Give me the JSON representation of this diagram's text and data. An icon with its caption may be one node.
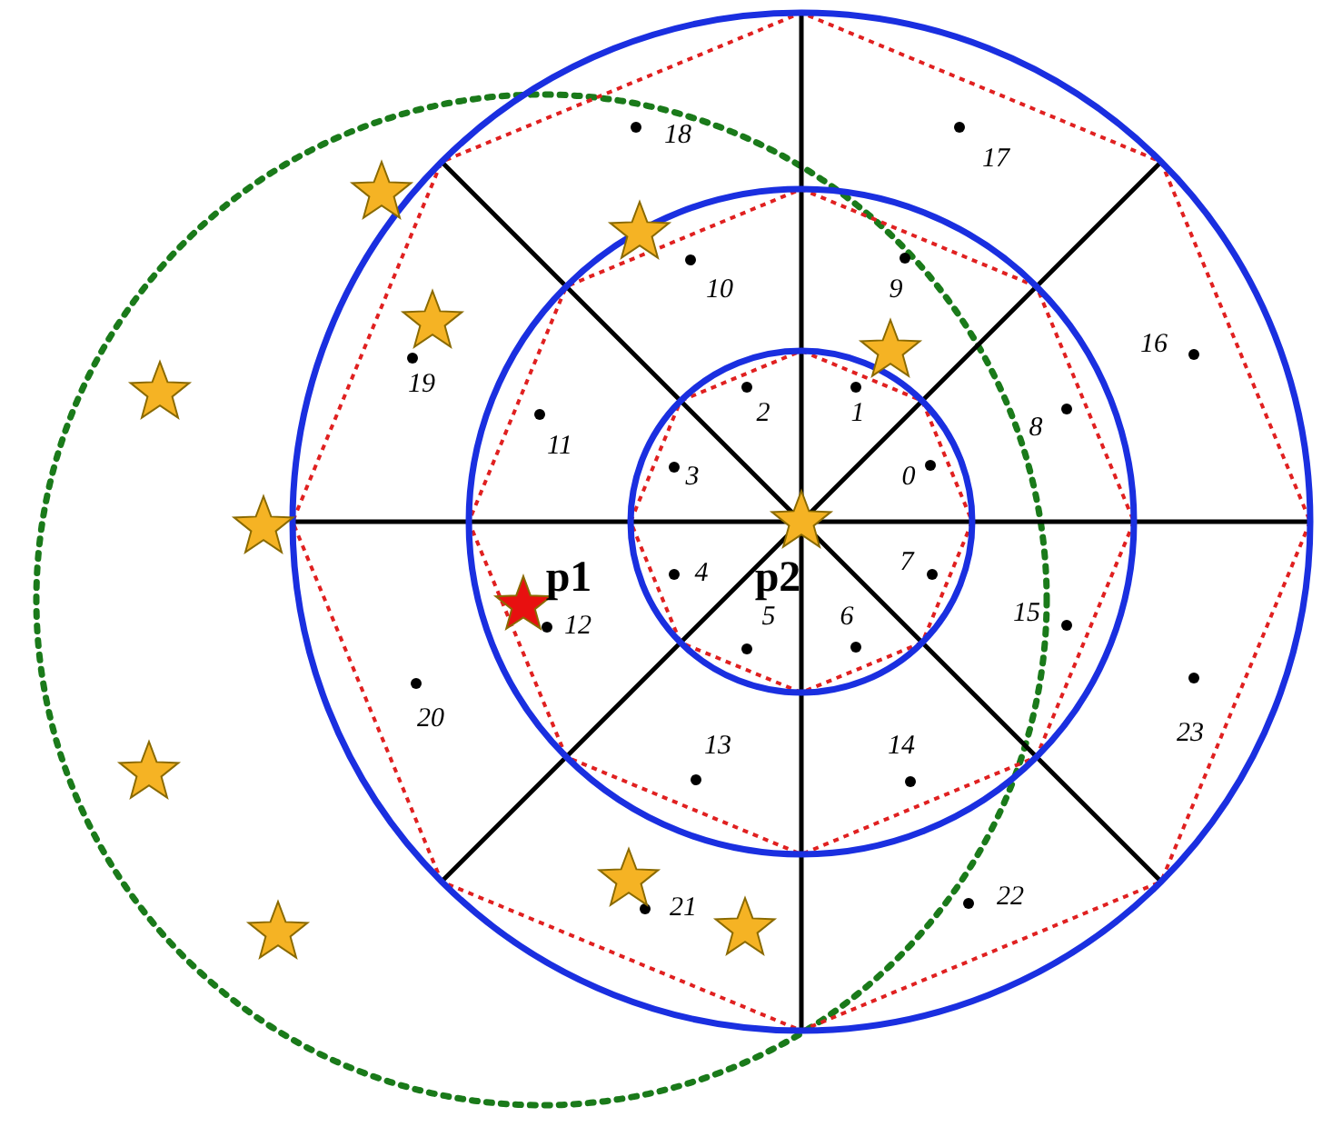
{
  "diagram": {
    "labels": [
      "18",
      "17",
      "10",
      "9",
      "16",
      "19",
      "2",
      "1",
      "8",
      "11",
      "3",
      "0",
      "p1",
      "4",
      "7",
      "15",
      "12",
      "5",
      "p2",
      "6",
      "20",
      "23",
      "13",
      "14",
      "21",
      "22"
    ]
  }
}
